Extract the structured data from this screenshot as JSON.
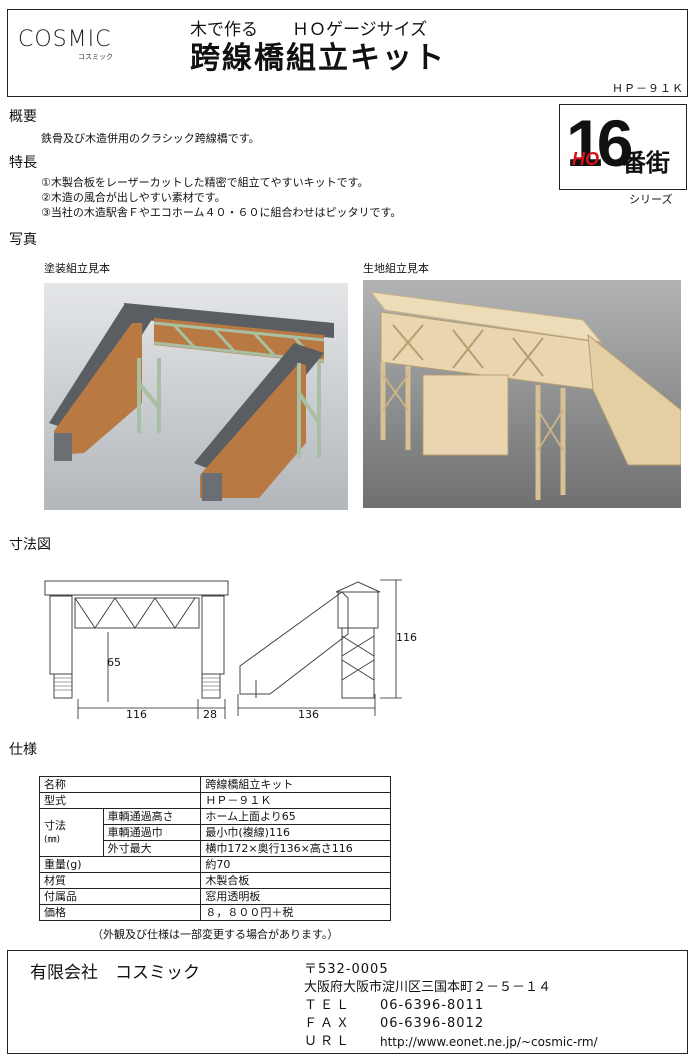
{
  "header": {
    "logo_main": "COSMIC",
    "logo_sub": "コスミック",
    "subtitle": "木で作る　　ＨＯゲージサイズ",
    "title": "跨線橋組立キット",
    "code": "ＨＰ－９１Ｋ"
  },
  "badge": {
    "number": "16",
    "ho": "HO",
    "street": "番街",
    "caption": "シリーズ"
  },
  "overview": {
    "heading": "概要",
    "text": "鉄骨及び木造併用のクラシック跨線橋です。"
  },
  "features": {
    "heading": "特長",
    "items": [
      "①木製合板をレーザーカットした精密で組立てやすいキットです。",
      "②木造の風合が出しやすい素材です。",
      "③当社の木造駅舎Ｆやエコホーム４０・６０に組合わせはピッタリです。"
    ]
  },
  "photos": {
    "heading": "写真",
    "painted_label": "塗装組立見本",
    "raw_label": "生地組立見本"
  },
  "dimensions": {
    "heading": "寸法図",
    "height_clear": "65",
    "span": "116",
    "side": "28",
    "depth": "136",
    "height": "116"
  },
  "spec": {
    "heading": "仕様",
    "rows": {
      "name_label": "名称",
      "name_value": "跨線橋組立キット",
      "model_label": "型式",
      "model_value": "ＨＰ－９１Ｋ",
      "size_label": "寸法",
      "size_unit": "(㎜)",
      "clear_h_label": "車輌通過高さ",
      "clear_h_value": "ホーム上面より65",
      "clear_w_label": "車輌通過巾",
      "clear_w_value": "最小巾(複線)116",
      "outer_label": "外寸最大",
      "outer_value": "横巾172×奥行136×高さ116",
      "weight_label": "重量(g)",
      "weight_value": "約70",
      "material_label": "材質",
      "material_value": "木製合板",
      "accessory_label": "付属品",
      "accessory_value": "窓用透明板",
      "price_label": "価格",
      "price_value": "８，８００円＋税"
    },
    "note": "（外観及び仕様は一部変更する場合があります。）"
  },
  "footer": {
    "company": "有限会社　コスミック",
    "postal": "〒532-0005",
    "address": "大阪府大阪市淀川区三国本町２－５－１４",
    "tel_label": "ＴＥＬ",
    "tel": "06-6396-8011",
    "fax_label": "ＦＡＸ",
    "fax": "06-6396-8012",
    "url_label": "ＵＲＬ",
    "url": "http://www.eonet.ne.jp/~cosmic-rm/"
  },
  "colors": {
    "roof_gray": "#5a5d62",
    "painted_wood": "#b87943",
    "steel_green": "#a9bfa3",
    "raw_wood": "#e9d6b0",
    "photo_bg_painted": "#bfc3c7",
    "photo_bg_raw": "#8d8f90"
  }
}
